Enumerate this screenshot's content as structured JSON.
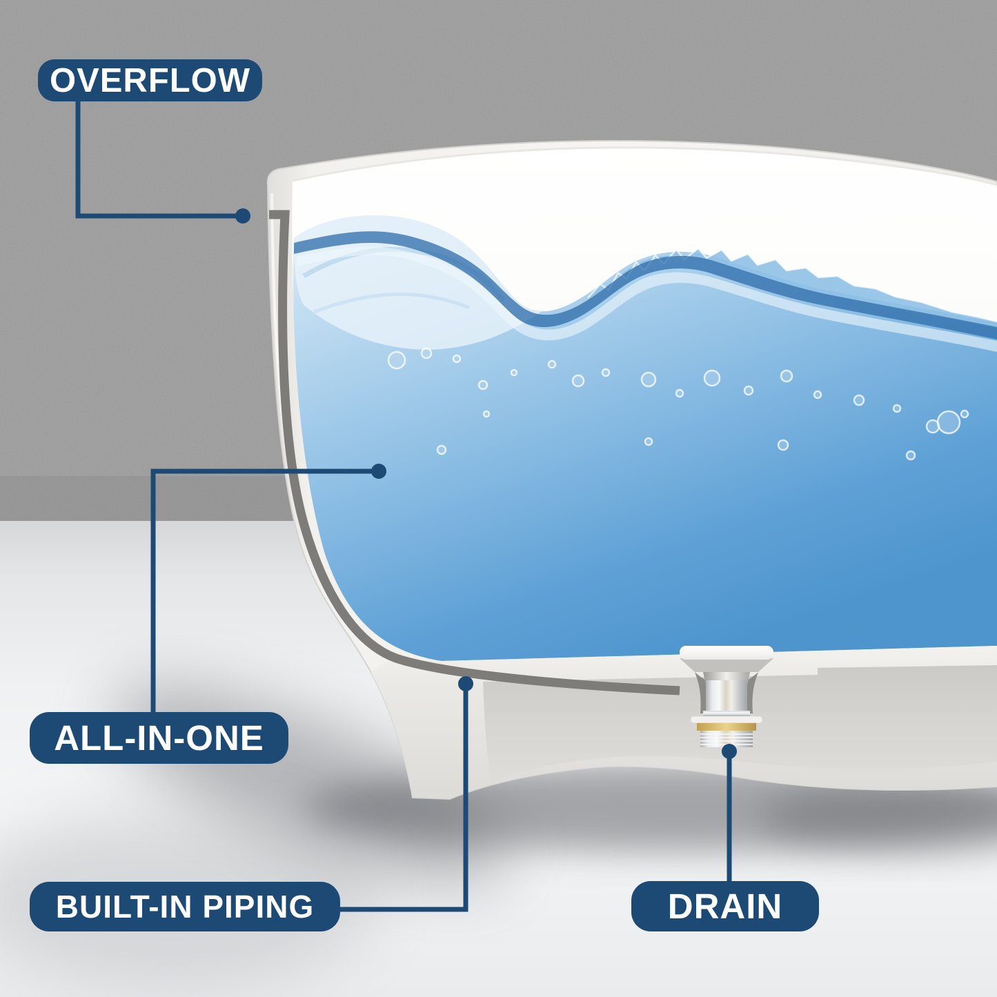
{
  "callouts": [
    {
      "id": "overflow",
      "label": "OVERFLOW"
    },
    {
      "id": "all_in_one",
      "label": "ALL-IN-ONE"
    },
    {
      "id": "built_in_piping",
      "label": "BUILT-IN PIPING"
    },
    {
      "id": "drain",
      "label": "DRAIN"
    }
  ],
  "colors": {
    "label_bg": "#1d4a74",
    "label_text": "#ffffff",
    "connector": "#1d4a74",
    "wall_gray": "#9b9b9b",
    "floor_light": "#eef0f1",
    "tub_white": "#f4f3f0",
    "pipe_gray": "#7d7c79",
    "water_light": "#dcecf8",
    "water_deep": "#4e95ce",
    "brass": "#d3b267",
    "chrome": "#c6c9cc"
  }
}
